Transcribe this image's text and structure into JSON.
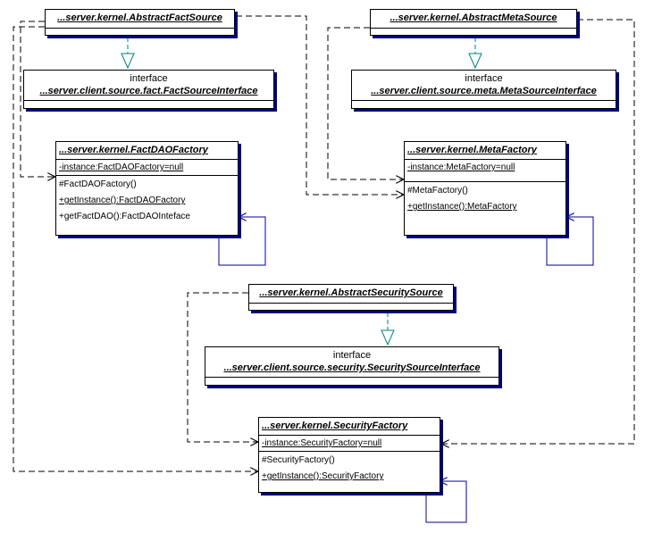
{
  "classes": {
    "abstract_fact_source": {
      "name": "...server.kernel.AbstractFactSource"
    },
    "abstract_meta_source": {
      "name": "...server.kernel.AbstractMetaSource"
    },
    "fact_source_interface": {
      "stereotype": "interface",
      "name": "...server.client.source.fact.FactSourceInterface"
    },
    "meta_source_interface": {
      "stereotype": "interface",
      "name": "...server.client.source.meta.MetaSourceInterface"
    },
    "fact_dao_factory": {
      "name": "...server.kernel.FactDAOFactory",
      "attributes": [
        "-instance:FactDAOFactory=null"
      ],
      "methods": [
        "#FactDAOFactory()",
        "+getInstance():FactDAOFactory",
        "+getFactDAO():FactDAOInteface"
      ]
    },
    "meta_factory": {
      "name": "...server.kernel.MetaFactory",
      "attributes": [
        "-instance:MetaFactory=null"
      ],
      "methods": [
        "#MetaFactory()",
        "+getInstance():MetaFactory"
      ]
    },
    "abstract_security_source": {
      "name": "...server.kernel.AbstractSecuritySource"
    },
    "security_source_interface": {
      "stereotype": "interface",
      "name": "...server.client.source.security.SecuritySourceInterface"
    },
    "security_factory": {
      "name": "...server.kernel.SecurityFactory",
      "attributes": [
        "-instance:SecurityFactory=null"
      ],
      "methods": [
        "#SecurityFactory()",
        "+getInstance():SecurityFactory"
      ]
    }
  },
  "colors": {
    "border": "#000000",
    "shadow": "#000080",
    "realization": "#008080",
    "dependency": "#000000",
    "self_association": "#0000a0"
  }
}
